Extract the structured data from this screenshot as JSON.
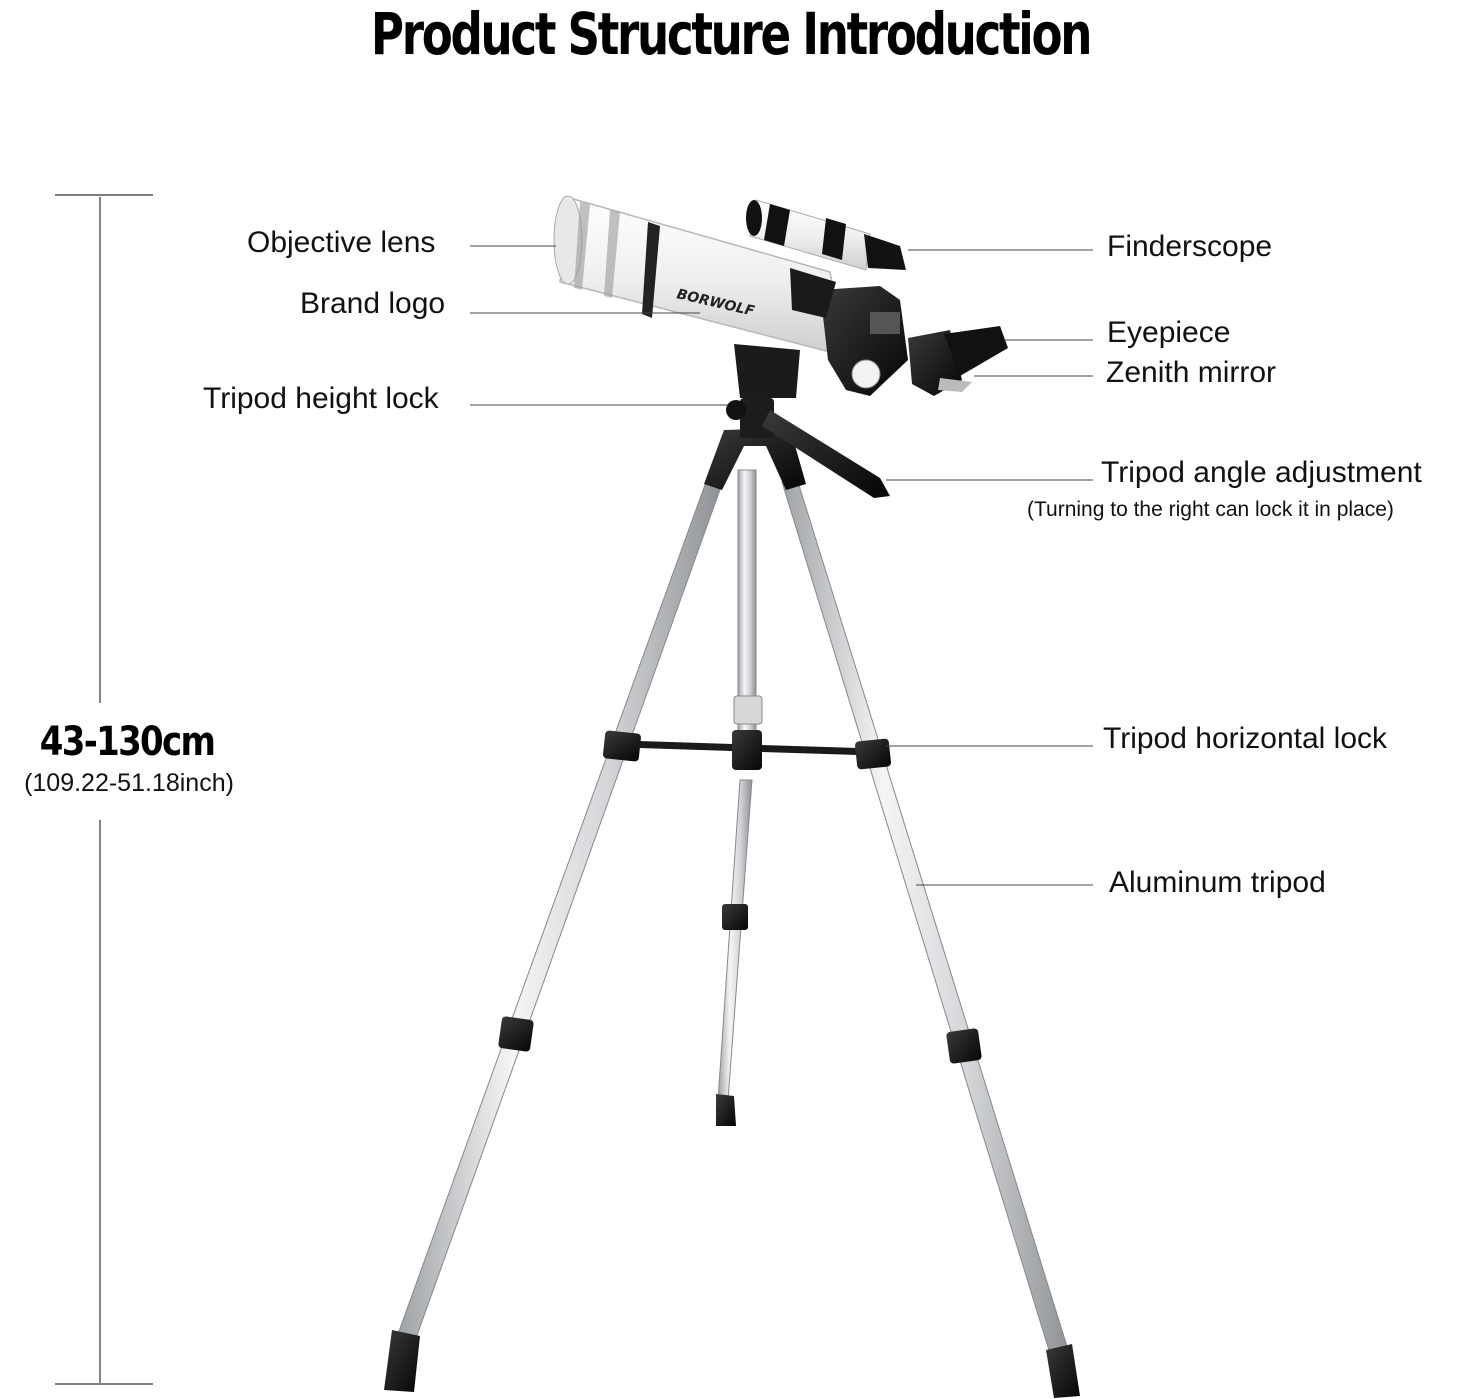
{
  "title": "Product Structure Introduction",
  "dimension": {
    "height_range": "43-130cm",
    "height_range_inch": "(109.22-51.18inch)"
  },
  "labels_left": {
    "objective_lens": "Objective lens",
    "brand_logo": "Brand logo",
    "tripod_height_lock": "Tripod height lock"
  },
  "labels_right": {
    "finderscope": "Finderscope",
    "eyepiece": "Eyepiece",
    "zenith_mirror": "Zenith mirror",
    "tripod_angle_adjustment": "Tripod angle adjustment",
    "tripod_angle_note": "(Turning to the right can lock it in place)",
    "tripod_horizontal_lock": "Tripod horizontal lock",
    "aluminum_tripod": "Aluminum tripod"
  },
  "brand": "BORWOLF",
  "colors": {
    "text": "#111111",
    "tube": "#f1f1f1",
    "metal": "#c9cbcd",
    "black_parts": "#111111"
  }
}
